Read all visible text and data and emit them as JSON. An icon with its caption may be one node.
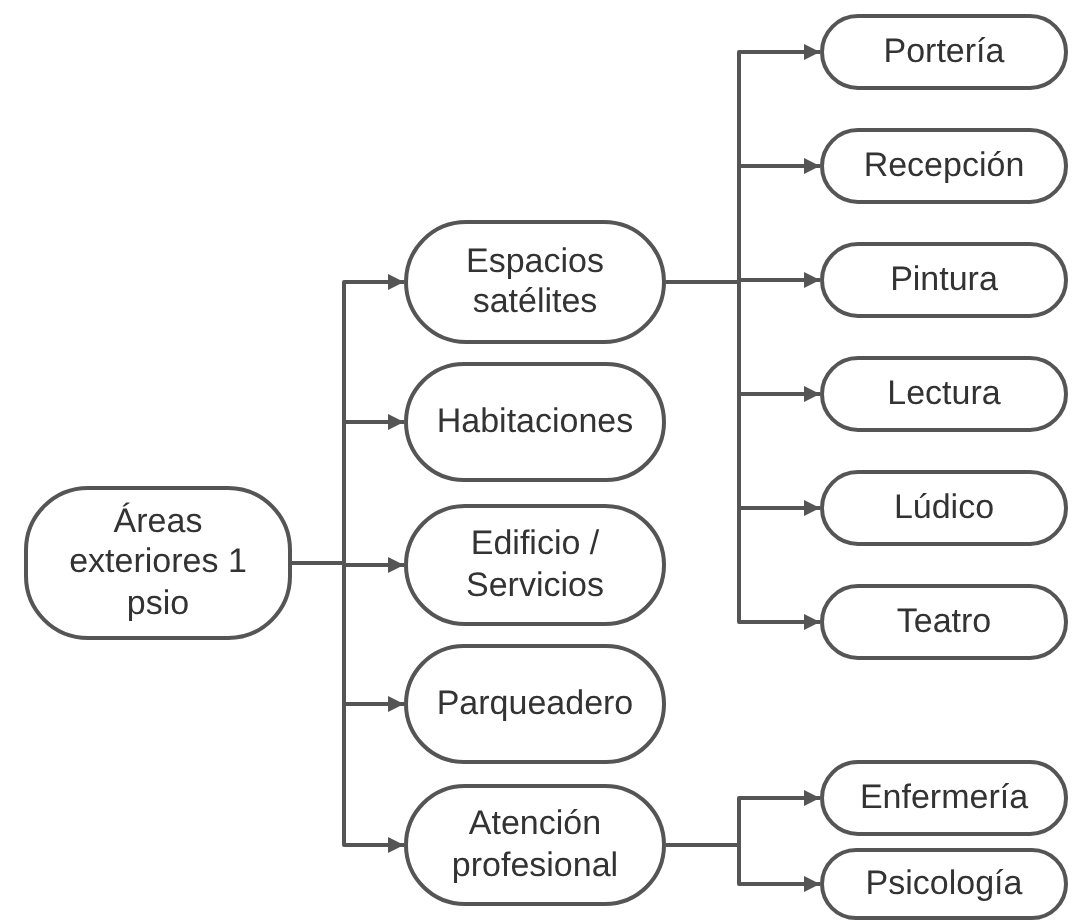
{
  "diagram": {
    "nodes": [
      {
        "text": [
          "Áreas exteriores 1 psio"
        ]
      },
      {
        "text": [
          "Espacios satélites"
        ]
      },
      {
        "text": [
          "Habitaciones"
        ]
      },
      {
        "text": [
          "Edificio / Servicios"
        ]
      },
      {
        "text": [
          "Parqueadero"
        ]
      },
      {
        "text": [
          "Atención profesional"
        ]
      },
      {
        "text": [
          "Portería"
        ]
      },
      {
        "text": [
          "Recepción"
        ]
      },
      {
        "text": [
          "Pintura"
        ]
      },
      {
        "text": [
          "Lectura"
        ]
      },
      {
        "text": [
          "Lúdico"
        ]
      },
      {
        "text": [
          "Teatro"
        ]
      },
      {
        "text": [
          "Enfermería"
        ]
      },
      {
        "text": [
          "Psicología"
        ]
      }
    ],
    "edges": [
      {
        "from": 0,
        "to": 1,
        "arrow": "to"
      },
      {
        "from": 0,
        "to": 2,
        "arrow": "to"
      },
      {
        "from": 0,
        "to": 3,
        "arrow": "to"
      },
      {
        "from": 0,
        "to": 4,
        "arrow": "to"
      },
      {
        "from": 0,
        "to": 5,
        "arrow": "to"
      },
      {
        "from": 1,
        "to": 6,
        "arrow": "to"
      },
      {
        "from": 1,
        "to": 7,
        "arrow": "to"
      },
      {
        "from": 1,
        "to": 8,
        "arrow": "to"
      },
      {
        "from": 1,
        "to": 9,
        "arrow": "to"
      },
      {
        "from": 1,
        "to": 10,
        "arrow": "to"
      },
      {
        "from": 1,
        "to": 11,
        "arrow": "to"
      },
      {
        "from": 5,
        "to": 12,
        "arrow": "to"
      },
      {
        "from": 5,
        "to": 13,
        "arrow": "to"
      }
    ]
  }
}
